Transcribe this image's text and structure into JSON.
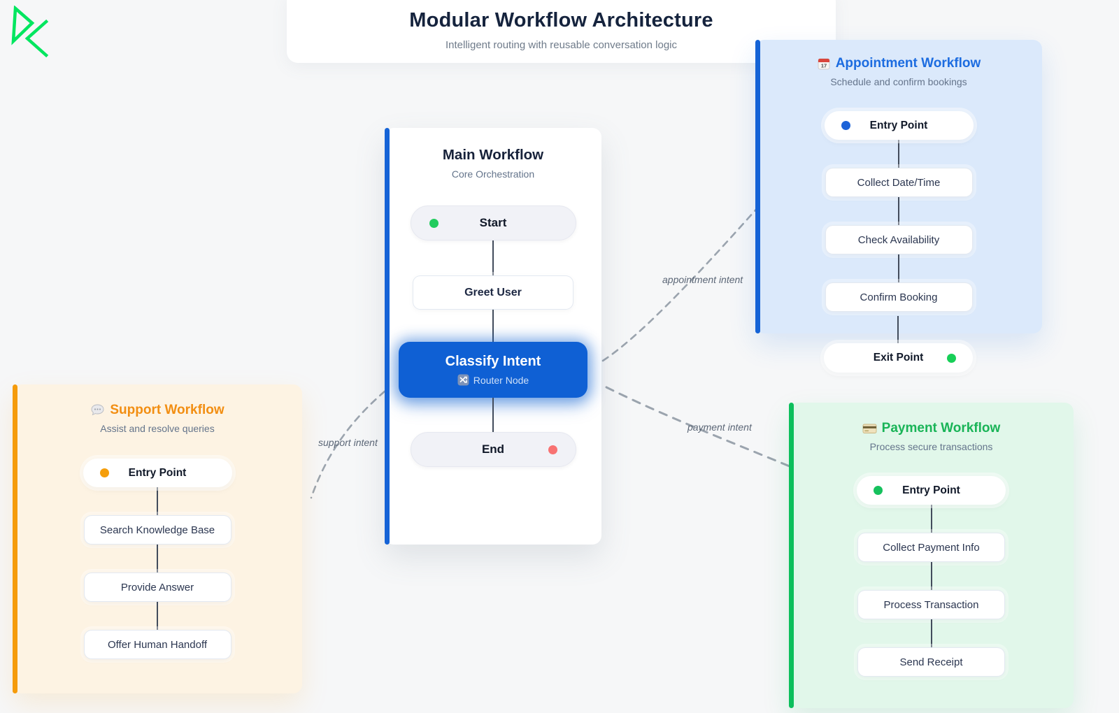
{
  "header": {
    "title": "Modular Workflow Architecture",
    "subtitle": "Intelligent routing with reusable conversation logic"
  },
  "logo": {
    "icon": "brand-mark",
    "color": "#00e65f"
  },
  "main_workflow": {
    "title": "Main Workflow",
    "subtitle": "Core Orchestration",
    "accent_color": "#1563d6",
    "start_label": "Start",
    "start_dot_color": "#22cc5e",
    "greet_label": "Greet User",
    "classify_label": "Classify Intent",
    "classify_sublabel": "Router Node",
    "classify_color": "#0f60d4",
    "end_label": "End",
    "end_dot_color": "#f87272"
  },
  "appointment_workflow": {
    "icon": "calendar-icon",
    "title": "Appointment Workflow",
    "subtitle": "Schedule and confirm bookings",
    "accent_color": "#1563d6",
    "title_color": "#1c6ce0",
    "entry_label": "Entry Point",
    "entry_dot_color": "#1d63d8",
    "steps": [
      "Collect Date/Time",
      "Check Availability",
      "Confirm Booking"
    ],
    "exit_label": "Exit Point",
    "exit_dot_color": "#17cf57"
  },
  "support_workflow": {
    "icon": "speech-bubble-icon",
    "title": "Support Workflow",
    "subtitle": "Assist and resolve queries",
    "accent_color": "#f59b0b",
    "title_color": "#f28e12",
    "entry_label": "Entry Point",
    "entry_dot_color": "#f59e0b",
    "steps": [
      "Search Knowledge Base",
      "Provide Answer",
      "Offer Human Handoff"
    ]
  },
  "payment_workflow": {
    "icon": "credit-card-icon",
    "title": "Payment Workflow",
    "subtitle": "Process secure transactions",
    "accent_color": "#0cbf5c",
    "title_color": "#19b457",
    "entry_label": "Entry Point",
    "entry_dot_color": "#16c15d",
    "steps": [
      "Collect Payment Info",
      "Process Transaction",
      "Send Receipt"
    ]
  },
  "edges": {
    "appointment_label": "appointment intent",
    "support_label": "support intent",
    "payment_label": "payment intent",
    "dash_color": "#9ba4ae"
  }
}
